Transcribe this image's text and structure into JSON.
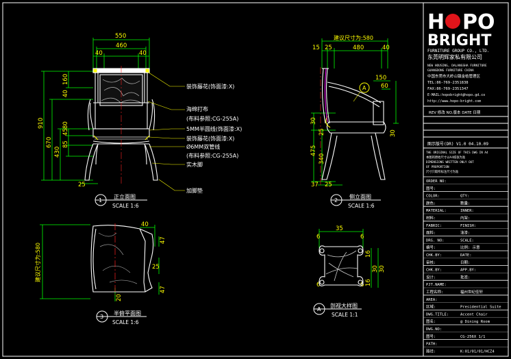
{
  "brand": {
    "logo_line1": "HOPO",
    "logo_line2": "BRIGHT",
    "group_en": "FURNITURE GROUP CO., LTD.",
    "company_cn": "东莞明辉家私有限公司",
    "address_en1": "NEW HOUSING, DALANGSHA FURNITURE",
    "address_en2": "GUANGDONG FURNITURE CHINA",
    "address_cn": "中国东莞市大岭山镇金桔管理区",
    "tel": "TEL:86-769-2351838",
    "fax": "FAX:86-769-2351347",
    "email": "E-MAIL:hopobright@hopo.gd.co",
    "web": "http://www.hopo-bright.com"
  },
  "title_block": {
    "rev_header": "REV  修改  NO.版本  DATE 日期",
    "version_row": "图示版号(DR)   V1.0      04.10.09",
    "note1": "THE ORIGINAL SIZE OF THIS DWG IN A4",
    "note2": "本图的原始尺寸以A4纸张为准",
    "note3": "DIMENSIONS WRITTEN ONLY OUT",
    "note4": "OF PROPORTION",
    "note5": "尺寸只取所标注尺寸为准",
    "rows": [
      {
        "label": "ORDER NO:",
        "value": ""
      },
      {
        "label": "图号:",
        "value": ""
      },
      {
        "label": "COLOR:",
        "value": "QTY:"
      },
      {
        "label": "颜色:",
        "value": "数量:"
      },
      {
        "label": "MATERIAL:",
        "value": "INNER:"
      },
      {
        "label": "材料:",
        "value": "内架:"
      },
      {
        "label": "FABRIC:",
        "value": "FINISH:"
      },
      {
        "label": "面料:",
        "value": "油漆:"
      },
      {
        "label": "DRG. NO:",
        "value": "SCALE:"
      },
      {
        "label": "编号:",
        "value": "比例:  示意"
      },
      {
        "label": "CHK.BY:",
        "value": "DATE:"
      },
      {
        "label": "审核:",
        "value": "日期:"
      },
      {
        "label": "CHK.BY:",
        "value": "APP.BY:"
      },
      {
        "label": "设计:",
        "value": "批准:"
      },
      {
        "label": "PJT.NAME:",
        "value": ""
      },
      {
        "label": "工程名称:",
        "value": "福州世纪佳轩"
      },
      {
        "label": "AREA:",
        "value": ""
      },
      {
        "label": "区域:",
        "value": "Presidential Suite"
      },
      {
        "label": "DWG.TITLE:",
        "value": "Accent Chair"
      },
      {
        "label": "图名:",
        "value": "@ Dining Room"
      },
      {
        "label": "DWG.NO:",
        "value": ""
      },
      {
        "label": "图号:",
        "value": "CG-256X      1/1"
      },
      {
        "label": "PATH:",
        "value": ""
      },
      {
        "label": "路径:",
        "value": "K:01/01/01/HCZ4"
      }
    ]
  },
  "front_view": {
    "title": "正立面图",
    "number": "1",
    "scale": "SCALE 1:6",
    "dims_top": [
      "550",
      "460",
      "40",
      "40"
    ],
    "dims_left": [
      "160",
      "40",
      "910",
      "670",
      "430",
      "85",
      "45",
      "80"
    ],
    "dim_bottom": "25"
  },
  "side_view": {
    "title": "侧立面图",
    "number": "2",
    "scale": "SCALE 1:6",
    "top_label": "建议尺寸为:580",
    "dims_top": [
      "15",
      "25",
      "480",
      "40"
    ],
    "dims_right": [
      "150",
      "60",
      "30"
    ],
    "dims_left": [
      "30",
      "475",
      "340",
      "25"
    ],
    "dims_bottom": [
      "37",
      "25"
    ],
    "callout": "A"
  },
  "plan_view": {
    "title": "半俯平面图",
    "number": "3",
    "scale": "SCALE 1:6",
    "left_label": "建议尺寸为:580",
    "dims": [
      "40",
      "47",
      "25",
      "20",
      "47"
    ]
  },
  "detail_view": {
    "title": "剖视大样图",
    "number": "A",
    "scale": "SCALE 1:1",
    "dims": [
      "35",
      "6",
      "6",
      "30",
      "16",
      "30",
      "16",
      "6",
      "6"
    ]
  },
  "annotations": [
    "装饰藤花(饰面漆:X)",
    "海绵打布",
    "(布料参照:CG-255A)",
    "5MM半圆线(饰面漆:X)",
    "装饰藤花(饰面漆:X)",
    "Ø6MM双管线",
    "(布料参照:CG-255A)",
    "实木脚",
    "加脚垫"
  ],
  "colors": {
    "frame": "#ffffff",
    "green": "#00ff00",
    "yellow": "#ffff00",
    "magenta": "#ff00ff",
    "red": "#ff2020",
    "cyan": "#00ffff",
    "logo_o": "#e0141a"
  }
}
